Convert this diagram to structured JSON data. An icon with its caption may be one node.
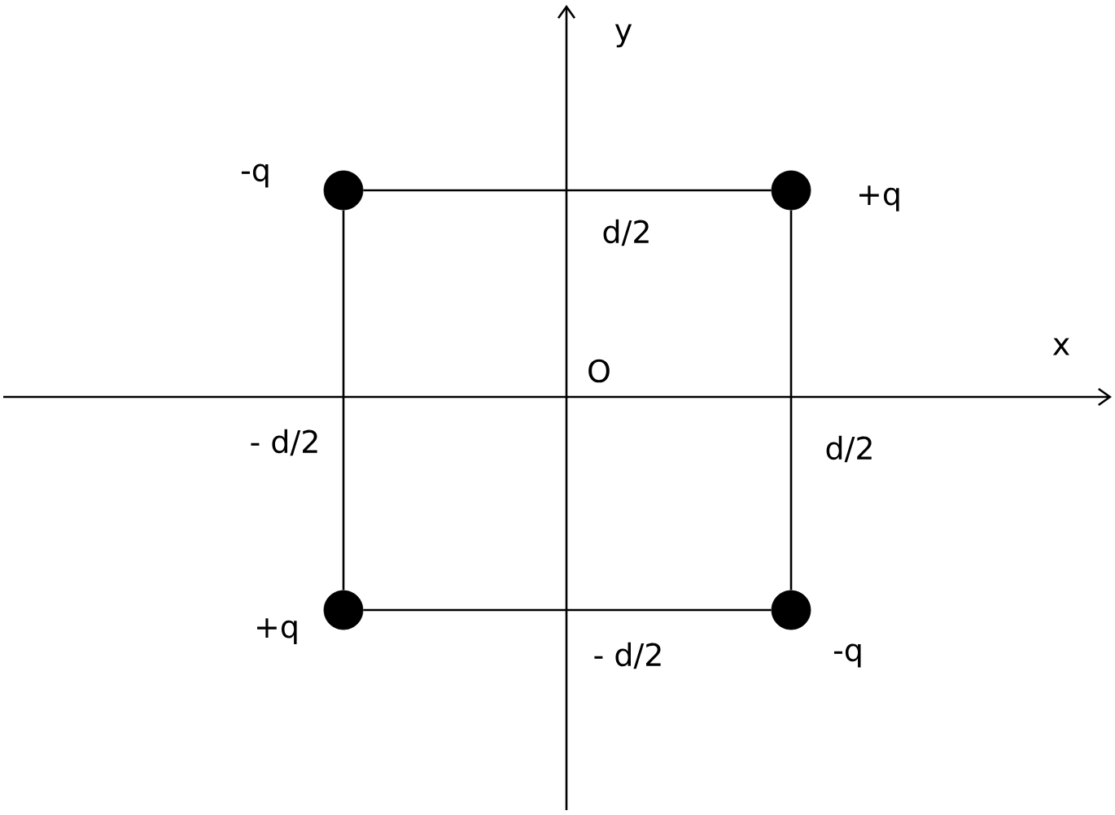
{
  "diagram": {
    "nodes": [
      {
        "text": [],
        "shape": "circle",
        "beside": [
          "-q"
        ]
      },
      {
        "text": [],
        "shape": "circle",
        "beside": [
          "+q"
        ]
      },
      {
        "text": [],
        "shape": "circle",
        "beside": [
          "+q"
        ]
      },
      {
        "text": [],
        "shape": "circle",
        "beside": [
          "-q"
        ]
      }
    ],
    "edges": [
      {
        "from": 0,
        "to": 1,
        "arrow": "none"
      },
      {
        "from": 0,
        "to": 2,
        "arrow": "none"
      },
      {
        "from": 1,
        "to": 3,
        "arrow": "none"
      },
      {
        "from": 2,
        "to": 3,
        "arrow": "none"
      }
    ],
    "labels": [
      "y",
      "x",
      "O",
      "d/2",
      "- d/2",
      "d/2",
      "- d/2"
    ]
  }
}
